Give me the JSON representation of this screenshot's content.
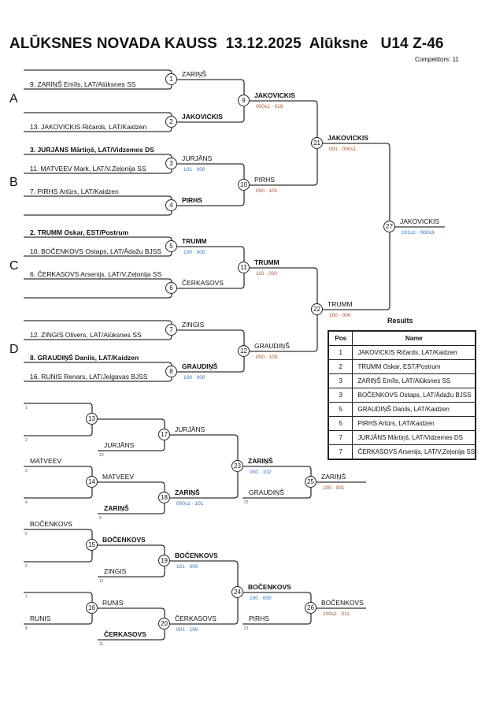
{
  "header": {
    "title": "ALŪKSNES NOVADA KAUSS  13.12.2025  Alūksne   U14 Z-46",
    "competitors": "Competitors: 11"
  },
  "colors": {
    "score_red": "#a0502a",
    "score_blue": "#2a6fc0",
    "line": "#333333"
  },
  "pools": [
    "A",
    "B",
    "C",
    "D"
  ],
  "main_entries": [
    {
      "top": "",
      "bottom": "9. ZARIŅŠ Emīls, LAT/Alūksnes SS",
      "top_bold": false,
      "bottom_bold": false
    },
    {
      "top": "",
      "bottom": "13. JAKOVICKIS Ričards, LAT/Kaidzen",
      "top_bold": false,
      "bottom_bold": false
    },
    {
      "top": "3. JURJĀNS Mārtiņš, LAT/Vidzemes DS",
      "bottom": "11. MATVEEV Mark, LAT/V.Zeļonija SS",
      "top_bold": true,
      "bottom_bold": false
    },
    {
      "top": "7. PIRHS Artūrs, LAT/Kaidzen",
      "bottom": "",
      "top_bold": false,
      "bottom_bold": false
    },
    {
      "top": "2. TRUMM Oskar, EST/Postrum",
      "bottom": "10. BOČENKOVS Ostaps, LAT/Ādažu BJSS",
      "top_bold": true,
      "bottom_bold": false
    },
    {
      "top": "6. ČERKASOVS Arsenijs, LAT/V.Zeļonija SS",
      "bottom": "",
      "top_bold": false,
      "bottom_bold": false
    },
    {
      "top": "",
      "bottom": "12. ZINGIS Olivers, LAT/Alūksnes SS",
      "top_bold": false,
      "bottom_bold": false
    },
    {
      "top": "8. GRAUDIŅŠ Danils, LAT/Kaidzen",
      "bottom": "16. RUNIS Renars, LAT/Jelgavas BJSS",
      "top_bold": true,
      "bottom_bold": false
    }
  ],
  "matches": {
    "1": {
      "winner": "ZARIŅŠ",
      "score": "",
      "bold": false,
      "score_color": ""
    },
    "2": {
      "winner": "JAKOVICKIS",
      "score": "",
      "bold": true,
      "score_color": ""
    },
    "3": {
      "winner": "JURJĀNS",
      "score": "101 · 000",
      "bold": false,
      "score_color": "blue"
    },
    "4": {
      "winner": "PIRHS",
      "score": "",
      "bold": true,
      "score_color": ""
    },
    "5": {
      "winner": "TRUMM",
      "score": "100 · 000",
      "bold": true,
      "score_color": "blue"
    },
    "6": {
      "winner": "ČERKASOVS",
      "score": "",
      "bold": false,
      "score_color": ""
    },
    "7": {
      "winner": "ZINGIS",
      "score": "",
      "bold": false,
      "score_color": ""
    },
    "8": {
      "winner": "GRAUDIŅŠ",
      "score": "100 · 000",
      "bold": true,
      "score_color": "blue"
    },
    "9": {
      "winner": "JAKOVICKIS",
      "score": "000s1 · 010",
      "bold": true,
      "score_color": "red"
    },
    "10": {
      "winner": "PIRHS",
      "score": "000 · 101",
      "bold": false,
      "score_color": "red"
    },
    "11": {
      "winner": "TRUMM",
      "score": "110 · 000",
      "bold": true,
      "score_color": "red"
    },
    "12": {
      "winner": "GRAUDIŅŠ",
      "score": "000 · 100",
      "bold": false,
      "score_color": "red"
    },
    "21": {
      "winner": "JAKOVICKIS",
      "score": "001 · 000s1",
      "bold": true,
      "score_color": "red"
    },
    "22": {
      "winner": "TRUMM",
      "score": "100 · 000",
      "bold": false,
      "score_color": "red"
    },
    "27": {
      "winner": "JAKOVICKIS",
      "score": "101s1 · 000s3",
      "bold": false,
      "score_color": "blue"
    },
    "13": {
      "winner": "",
      "score": "",
      "bold": false,
      "score_color": ""
    },
    "14": {
      "winner": "MATVEEV",
      "score": "",
      "bold": false,
      "score_color": ""
    },
    "15": {
      "winner": "BOČENKOVS",
      "score": "",
      "bold": true,
      "score_color": ""
    },
    "16": {
      "winner": "RUNIS",
      "score": "",
      "bold": false,
      "score_color": ""
    },
    "17": {
      "winner": "JURJĀNS",
      "score": "",
      "bold": false,
      "score_color": ""
    },
    "18": {
      "winner": "ZARIŅŠ",
      "score": "000s1 · 101",
      "bold": true,
      "score_color": "blue"
    },
    "19": {
      "winner": "BOČENKOVS",
      "score": "101 · 000",
      "bold": true,
      "score_color": "blue"
    },
    "20": {
      "winner": "ČERKASOVS",
      "score": "001 · 100",
      "bold": false,
      "score_color": "blue"
    },
    "23": {
      "winner": "ZARIŅŠ",
      "score": "000 · 102",
      "bold": true,
      "score_color": "blue"
    },
    "24": {
      "winner": "BOČENKOVS",
      "score": "100 · 000",
      "bold": true,
      "score_color": "blue"
    },
    "25": {
      "winner": "ZARIŅŠ",
      "score": "100 · 001",
      "bold": false,
      "score_color": "red"
    },
    "26": {
      "winner": "BOČENKOVS",
      "score": "100s2 · 011",
      "bold": false,
      "score_color": "red"
    }
  },
  "repechage_entries": {
    "13_top": {
      "name": "",
      "from": "1",
      "bold": false
    },
    "13_bottom": {
      "name": "",
      "from": "2",
      "bold": false
    },
    "17_bottom": {
      "name": "JURJĀNS",
      "from": "10",
      "bold": false
    },
    "14_top": {
      "name": "MATVEEV",
      "from": "3",
      "bold": false
    },
    "14_bottom": {
      "name": "",
      "from": "4",
      "bold": false
    },
    "18_bottom": {
      "name": "ZARIŅŠ",
      "from": "9",
      "bold": true
    },
    "25_bottom": {
      "name": "GRAUDIŅŠ",
      "from": "22",
      "bold": false
    },
    "15_top": {
      "name": "BOČENKOVS",
      "from": "5",
      "bold": false
    },
    "15_bottom": {
      "name": "",
      "from": "6",
      "bold": false
    },
    "19_bottom": {
      "name": "ZINGIS",
      "from": "12",
      "bold": false
    },
    "16_top": {
      "name": "",
      "from": "7",
      "bold": false
    },
    "16_bottom": {
      "name": "RUNIS",
      "from": "8",
      "bold": false
    },
    "20_bottom": {
      "name": "ČERKASOVS",
      "from": "11",
      "bold": true
    },
    "26_bottom": {
      "name": "PIRHS",
      "from": "21",
      "bold": false
    }
  },
  "results": {
    "title": "Results",
    "headers": [
      "Pos",
      "Name"
    ],
    "rows": [
      {
        "pos": "1",
        "name": "JAKOVICKIS Ričards, LAT/Kaidzen"
      },
      {
        "pos": "2",
        "name": "TRUMM Oskar, EST/Postrum"
      },
      {
        "pos": "3",
        "name": "ZARIŅŠ Emīls, LAT/Alūksnes SS"
      },
      {
        "pos": "3",
        "name": "BOČENKOVS Ostaps, LAT/Ādažu BJSS"
      },
      {
        "pos": "5",
        "name": "GRAUDIŅŠ Danils, LAT/Kaidzen"
      },
      {
        "pos": "5",
        "name": "PIRHS Artūrs, LAT/Kaidzen"
      },
      {
        "pos": "7",
        "name": "JURJĀNS Mārtiņš, LAT/Vidzemes DS"
      },
      {
        "pos": "7",
        "name": "ČERKASOVS Arsenijs, LAT/V.Zeļonija SS"
      }
    ]
  }
}
